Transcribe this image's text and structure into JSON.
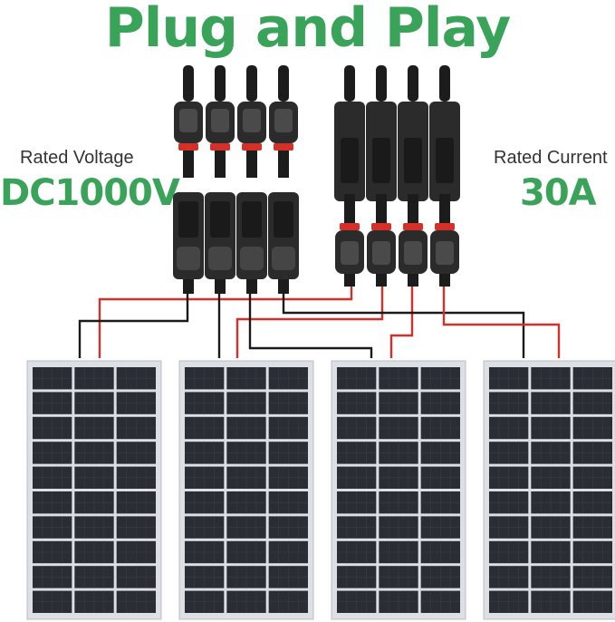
{
  "headline": "Plug and Play",
  "rated_voltage": {
    "label": "Rated Voltage",
    "value": "DC1000V"
  },
  "rated_current": {
    "label": "Rated Current",
    "value": "30A"
  },
  "colors": {
    "green": "#3aa35a",
    "wire_red": "#d4302a",
    "wire_black": "#1a1a1a",
    "connector": "#2b2b2b",
    "panel_cell": "#2a2d34",
    "panel_frame": "#dcdfe3"
  },
  "connectors": {
    "top_left_male": 4,
    "top_right_female": 4,
    "bottom_left_female": 4,
    "bottom_right_male": 4
  },
  "panels": {
    "count": 4,
    "cell_columns": 3,
    "cell_rows": 10
  }
}
